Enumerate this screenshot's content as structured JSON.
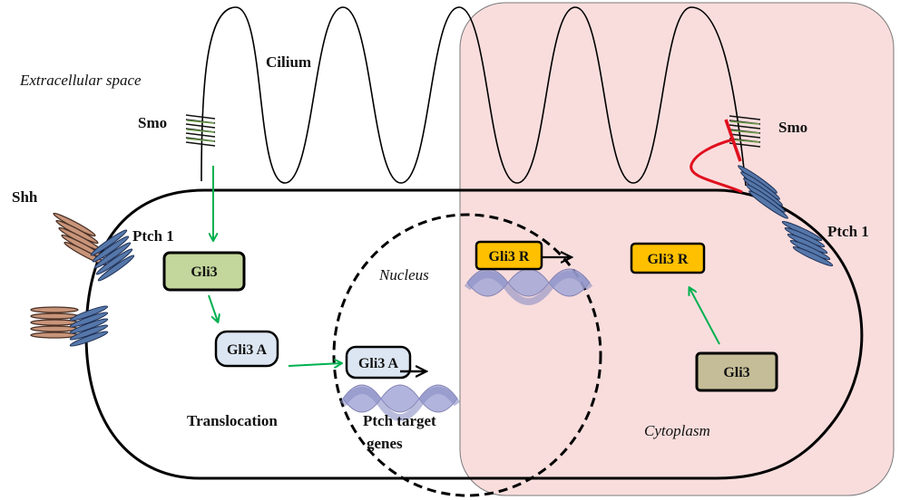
{
  "labels": {
    "extracellular": "Extracellular space",
    "cilium": "Cilium",
    "smo_left": "Smo",
    "smo_right": "Smo",
    "shh": "Shh",
    "ptch_left": "Ptch 1",
    "ptch_right": "Ptch 1",
    "nucleus": "Nucleus",
    "translocation": "Translocation",
    "target_line1": "Ptch target",
    "target_line2": "genes",
    "cytoplasm": "Cytoplasm"
  },
  "boxes": {
    "gli3_left": "Gli3",
    "gli3a_cyto": "Gli3 A",
    "gli3a_nuc": "Gli3 A",
    "gli3r_nuc": "Gli3 R",
    "gli3r_cyto": "Gli3 R",
    "gli3_right": "Gli3"
  },
  "colors": {
    "shade": "#f9dddd",
    "gli3_green": "#c3d69b",
    "gli3a_blue": "#dce6f2",
    "gli3r_orange": "#ffc000",
    "gli3_tan": "#c4bd97",
    "arrow_green": "#00b050",
    "inhibit_red": "#e0101e",
    "receptor_blue": "#5577aa",
    "smo_green": "#6a9a4a",
    "shh_tan": "#c8957a",
    "dna_purple": "#a4a8d6"
  }
}
